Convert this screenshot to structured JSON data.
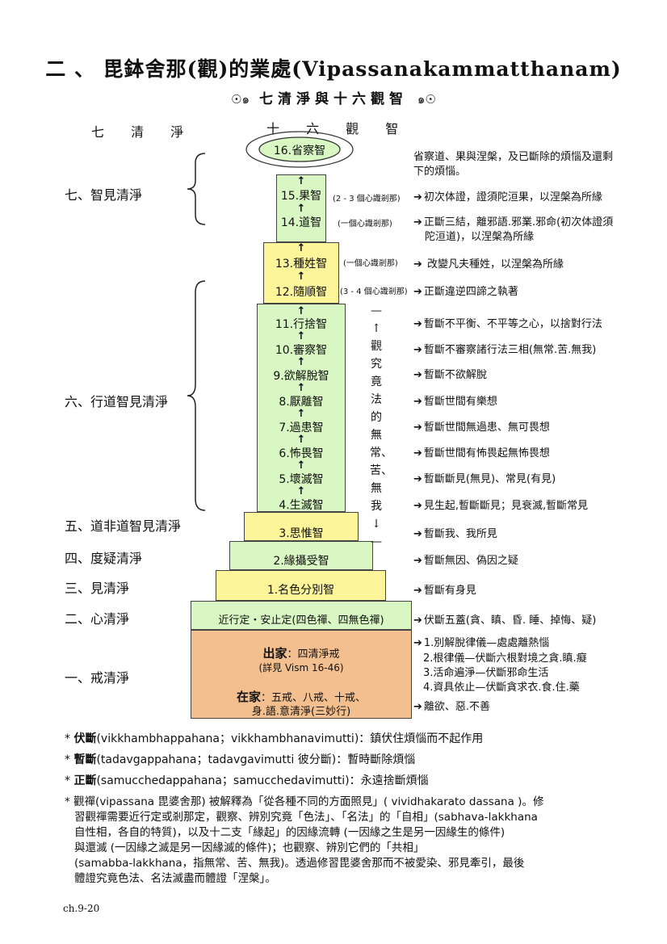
{
  "title": "二 、 毘鉢舍那(觀)的業處(Vipassanakammatthanam)",
  "subtitle": {
    "left_eye": "☉๑",
    "text": "七清淨與十六觀智",
    "right_eye": "๑☉"
  },
  "col_purification": "七 清 淨",
  "col_knowledge": "十 六 觀 智",
  "purifications": {
    "p7": "七、智見清淨",
    "p6": "六、行道智見清淨",
    "p5": "五、道非道智見清淨",
    "p4": "四、度疑清淨",
    "p3": "三、見清淨",
    "p2": "二、心清淨",
    "p1": "一、戒清淨"
  },
  "knowledges": {
    "k16": "16.省察智",
    "k15": "15.果智",
    "k14": "14.道智",
    "k13": "13.種姓智",
    "k12": "12.隨順智",
    "k11": "11.行捨智",
    "k10": "10.審察智",
    "k9": "9.欲解脫智",
    "k8": "8.厭離智",
    "k7": "7.過患智",
    "k6": "6.怖畏智",
    "k5": "5.壞滅智",
    "k4": "4.生滅智",
    "k3": "3.思惟智",
    "k2": "2.緣攝受智",
    "k1": "1.名色分別智"
  },
  "concentration": "近行定・安止定(四色禪、四無色禪)",
  "sila": {
    "monk_label": "出家",
    "monk_text": "：四清淨戒",
    "monk_ref": "(詳見 Vism 16-46)",
    "lay_label": "在家",
    "lay_text": "：五戒、八戒、十戒、",
    "lay_text2": "身.語.意清淨(三妙行)"
  },
  "mind_moments": {
    "m15": "(2 - 3 個心識剎那)",
    "m14": "(一個心識剎那)",
    "m13": "(一個心識剎那)",
    "m12": "(3 - 4 個心識剎那)"
  },
  "vertical_note": [
    "—",
    "↑",
    "觀",
    "究",
    "竟",
    "法",
    "的",
    "無",
    "常、",
    "苦、",
    "無",
    "我",
    "↓",
    "—"
  ],
  "descriptions": {
    "d16": "省察道、果與涅槃，及已斷除的煩惱及還剩",
    "d16b": "下的煩惱。",
    "d15": "初次体證，證須陀洹果，以涅槃為所緣",
    "d14": "正斷三結，離邪語.邪業.邪命(初次体證須",
    "d14b": "陀洹道)，以涅槃為所緣",
    "d13": "改變凡夫種姓，以涅槃為所緣",
    "d12": "正斷違逆四諦之執著",
    "d11": "暫斷不平衡、不平等之心，以捨對行法",
    "d10": "暫斷不審察諸行法三相(無常.苦.無我)",
    "d9": "暫斷不欲解脫",
    "d8": "暫斷世間有樂想",
    "d7": "暫斷世間無過患、無可畏想",
    "d6": "暫斷世間有怖畏起無怖畏想",
    "d5": "暫斷斷見(無見)、常見(有見)",
    "d4": "見生起,暫斷斷見；見衰滅,暫斷常見",
    "d3": "暫斷我、我所見",
    "d2": "暫斷無因、偽因之疑",
    "d1": "暫斷有身見",
    "dc": "伏斷五蓋(貪、瞋、昏. 睡、掉悔、疑)",
    "ds1": "1.別解脫律儀—處處離熱惱",
    "ds2": "2.根律儀—伏斷六根對境之貪.瞋.癡",
    "ds3": "3.活命遍淨—伏斷邪命生活",
    "ds4": "4.資具依止—伏斷貪求衣.食.住.藥",
    "ds5": "離欲、惡.不善"
  },
  "notes": {
    "n1_term": "伏斷",
    "n1_text": "(vikkhambhappahana；vikkhambhanavimutti)：鎮伏住煩惱而不起作用",
    "n2_term": "暫斷",
    "n2_text": "(tadavgappahana；tadavgavimutti  彼分斷)：暫時斷除煩惱",
    "n3_term": "正斷",
    "n3_text": "(samucchedappahana；samucchedavimutti)：永遠捨斷煩惱",
    "n4_l1": "觀禪(vipassana 毘婆舍那) 被解釋為「從各種不同的方面照見」( vividhakarato dassana )。修",
    "n4_l2": "習觀禪需要近行定或剎那定，觀察、辨別究竟「色法」、「名法」的「自相」(sabhava-lakkhana",
    "n4_l3": "自性相，各自的特質)，以及十二支「緣起」的因緣流轉 (一因緣之生是另一因緣生的條件)",
    "n4_l4": "與還滅 (一因緣之滅是另一因緣滅的條件)；也觀察、辨別它們的「共相」",
    "n4_l5": "(samabba-lakkhana，指無常、苦、無我)。透過修習毘婆舍那而不被愛染、邪見牽引，最後",
    "n4_l6": "體證究竟色法、名法滅盡而體證「涅槃」。"
  },
  "footer": "ch.9-20"
}
